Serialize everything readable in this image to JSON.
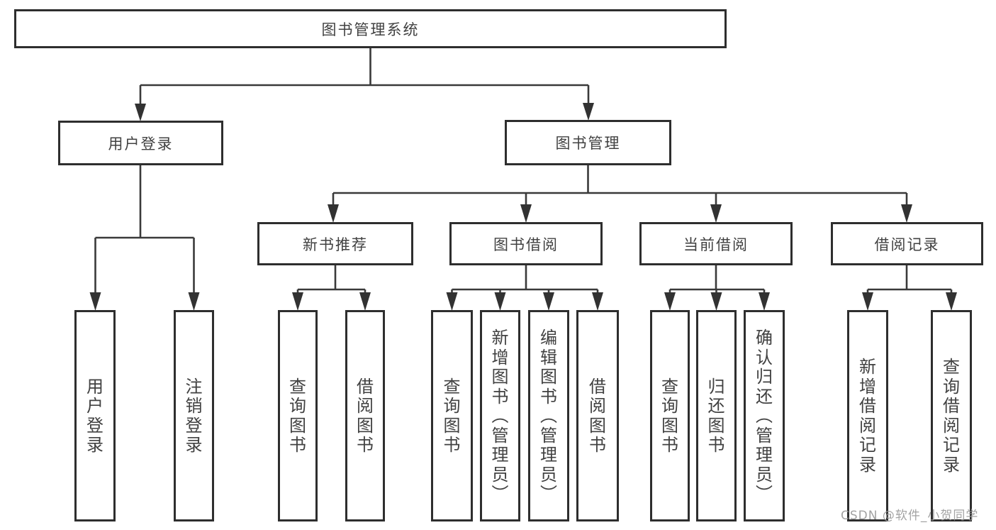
{
  "diagram": {
    "root": {
      "label": "图书管理系统"
    },
    "branches": [
      {
        "label": "用户登录",
        "children": [
          {
            "label": "用户登录"
          },
          {
            "label": "注销登录"
          }
        ]
      },
      {
        "label": "图书管理",
        "children": [
          {
            "label": "新书推荐",
            "children": [
              {
                "label": "查询图书"
              },
              {
                "label": "借阅图书"
              }
            ]
          },
          {
            "label": "图书借阅",
            "children": [
              {
                "label": "查询图书"
              },
              {
                "label": "新增图书（管理员）"
              },
              {
                "label": "编辑图书（管理员）"
              },
              {
                "label": "借阅图书"
              }
            ]
          },
          {
            "label": "当前借阅",
            "children": [
              {
                "label": "查询图书"
              },
              {
                "label": "归还图书"
              },
              {
                "label": "确认归还（管理员）"
              }
            ]
          },
          {
            "label": "借阅记录",
            "children": [
              {
                "label": "新增借阅记录"
              },
              {
                "label": "查询借阅记录"
              }
            ]
          }
        ]
      }
    ]
  },
  "watermark": {
    "text": "CSDN @软件_小贺同学"
  },
  "colors": {
    "line": "#3a3a3a",
    "border": "#2e2e2e",
    "text": "#414141",
    "watermark": "#999999"
  }
}
